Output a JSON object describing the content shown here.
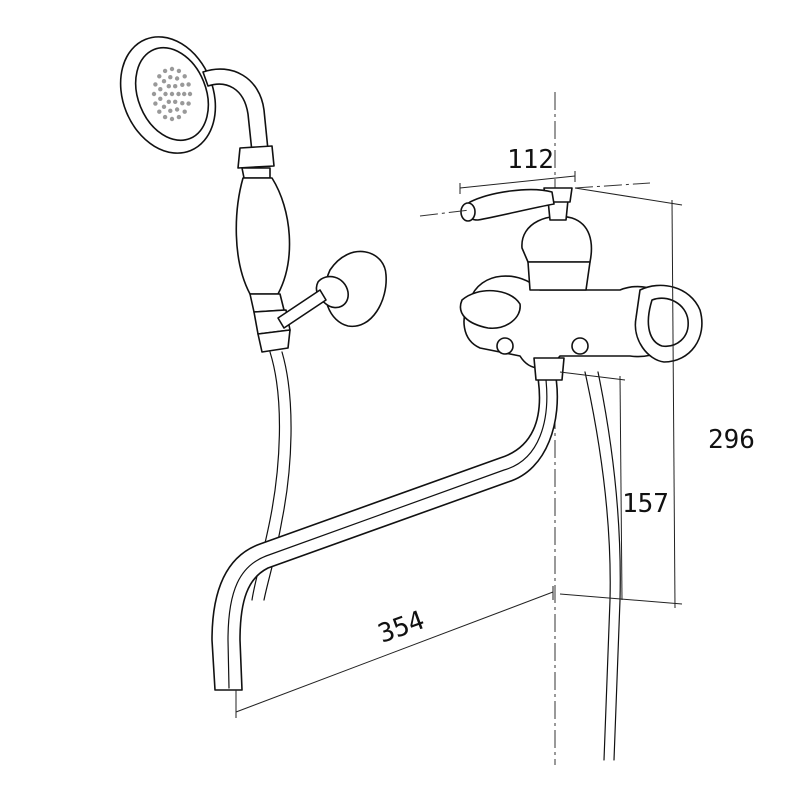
{
  "dimensions": {
    "handle_span": "112",
    "total_height": "296",
    "outlet_height": "157",
    "spout_length": "354"
  }
}
